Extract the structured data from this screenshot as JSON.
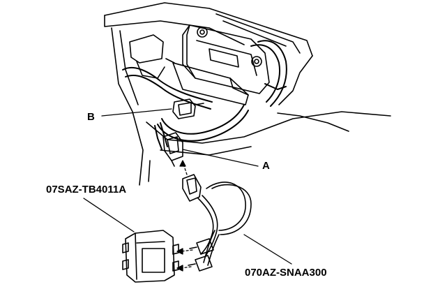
{
  "callouts": {
    "b": "B",
    "a": "A",
    "tool": "07SAZ-TB4011A",
    "harness": "070AZ-SNAA300"
  },
  "colors": {
    "line": "#000000",
    "background": "#ffffff"
  }
}
